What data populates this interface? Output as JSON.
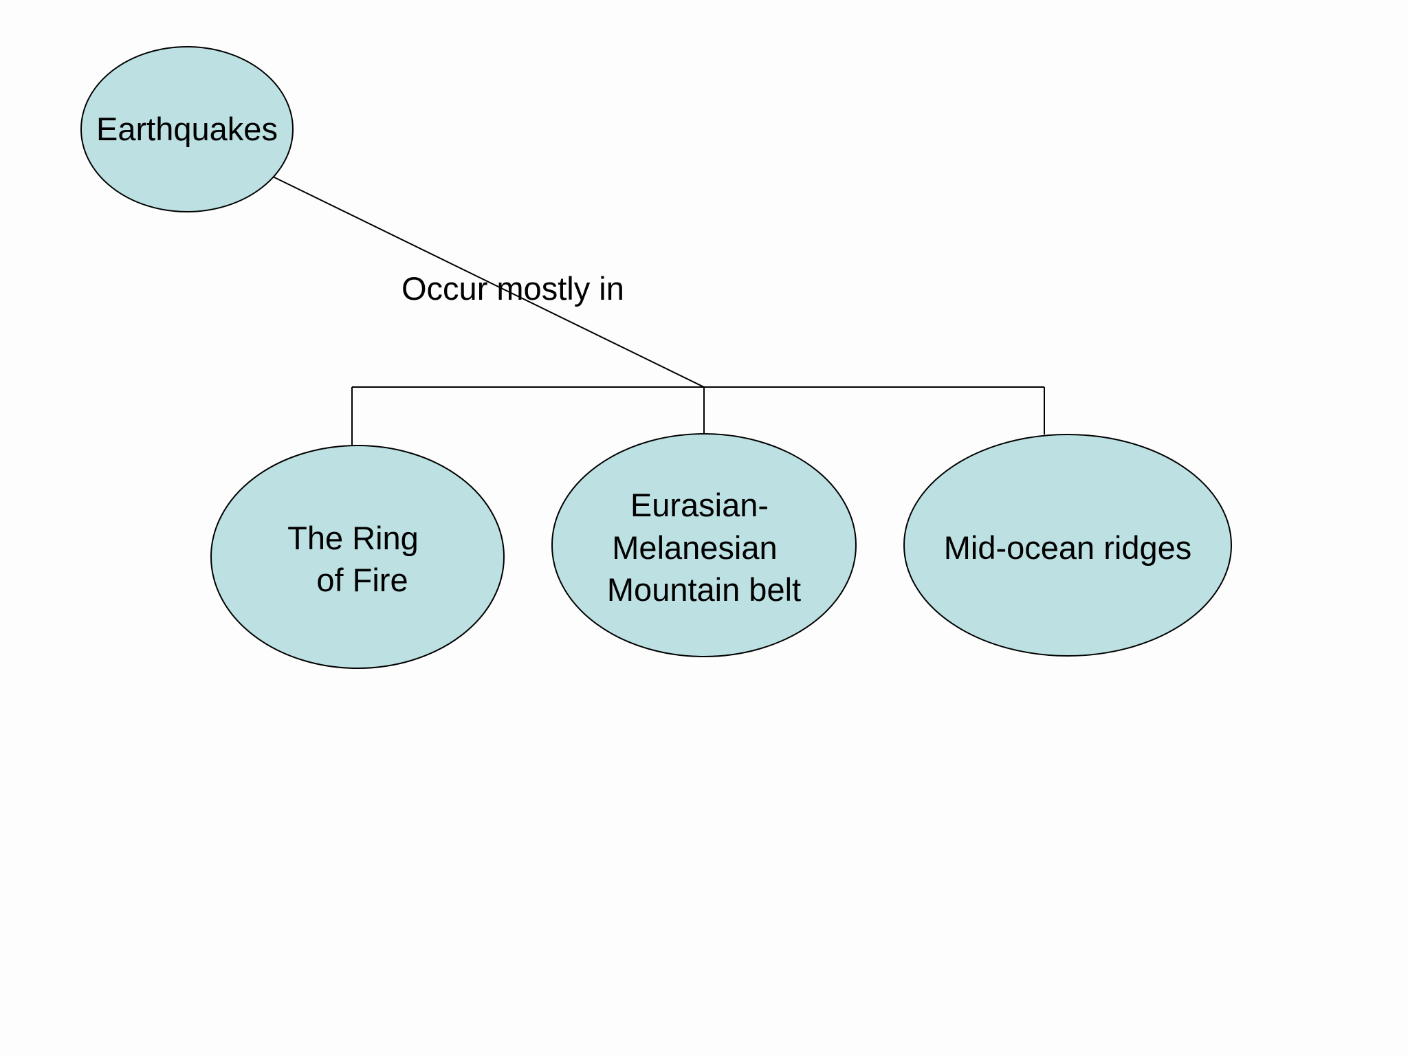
{
  "diagram": {
    "root": {
      "label": "Earthquakes"
    },
    "connector": {
      "label": "Occur mostly in"
    },
    "children": [
      {
        "lines": [
          "The Ring",
          "of Fire"
        ]
      },
      {
        "lines": [
          "Eurasian-",
          "Melanesian",
          "Mountain belt"
        ]
      },
      {
        "lines": [
          "Mid-ocean ridges"
        ]
      }
    ]
  },
  "colors": {
    "node_fill": "#bde0e2",
    "node_stroke": "#000000",
    "line": "#000000",
    "background": "#fdfdfd"
  }
}
